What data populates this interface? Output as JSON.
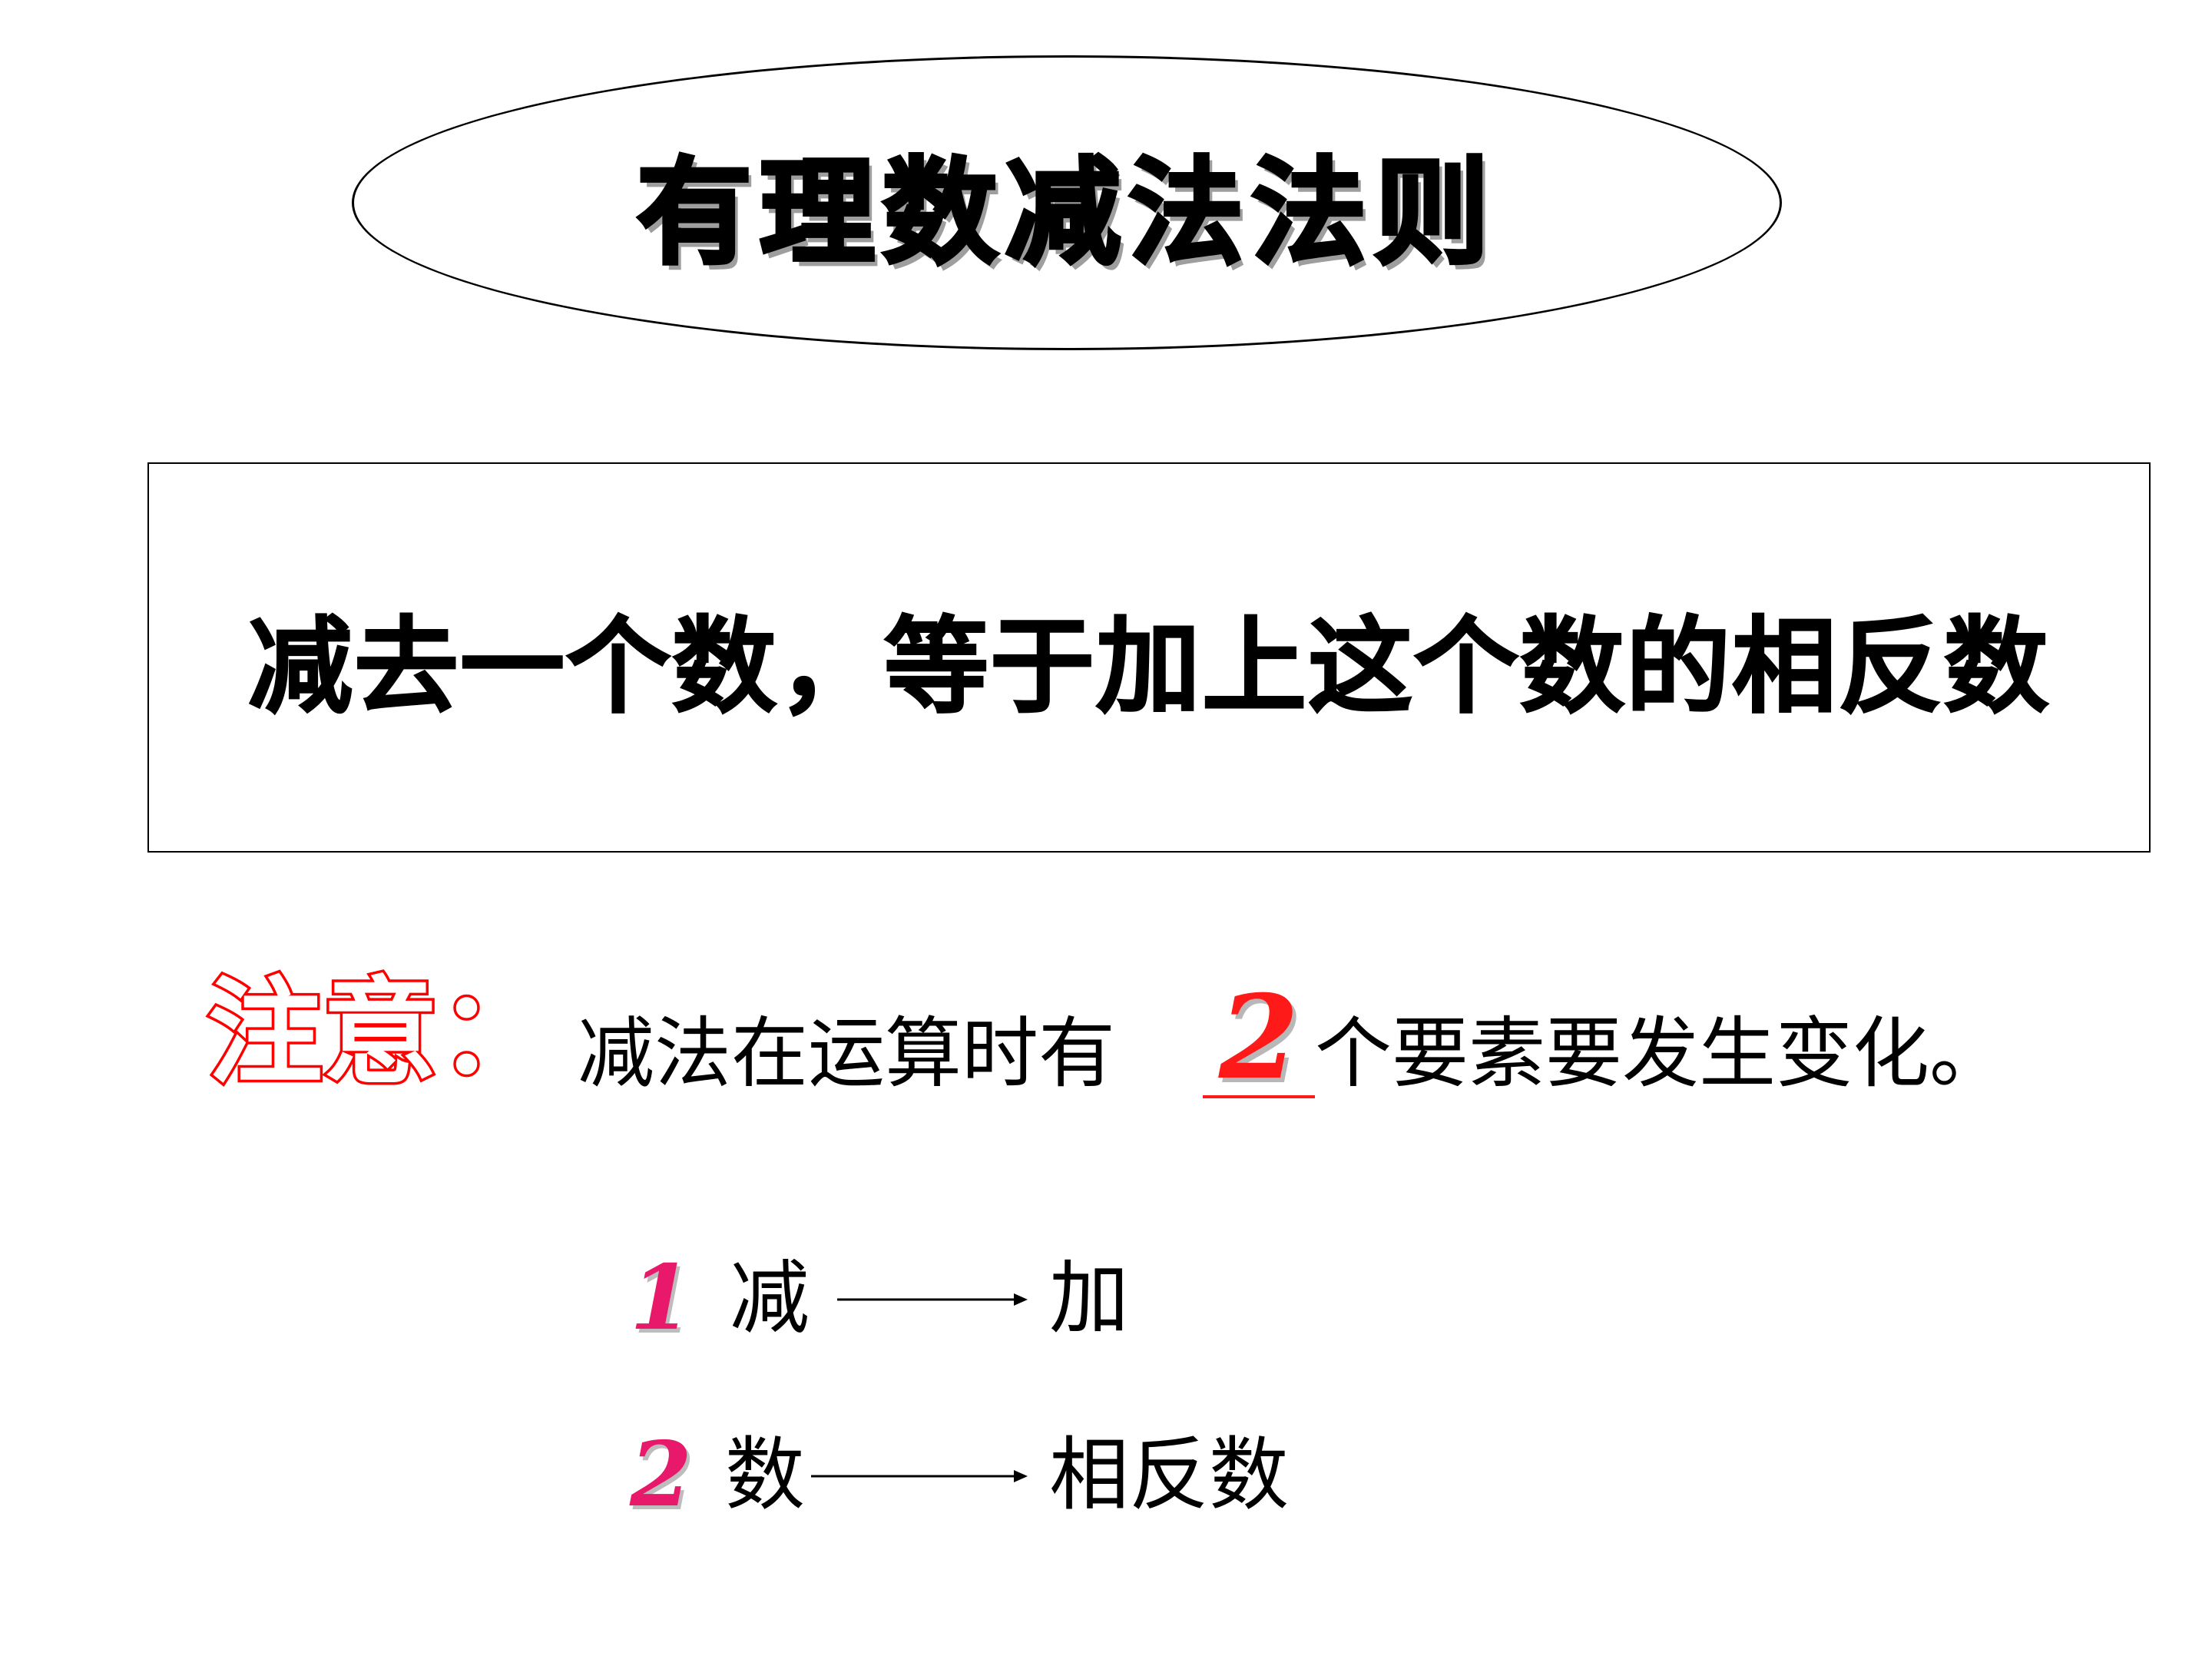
{
  "title": "有理数减法法则",
  "rule": "减去一个数，等于加上这个数的相反数",
  "note": {
    "label": "注意：",
    "text_before": "减法在运算时有",
    "count": "2",
    "text_after": "个要素要发生变化。"
  },
  "changes": [
    {
      "num": "1",
      "from": "减",
      "to": "加"
    },
    {
      "num": "2",
      "from": "数",
      "to": "相反数"
    }
  ],
  "colors": {
    "note_label_outline": "#ff0000",
    "count": "#ff1a1a",
    "list_numbers": "#e8186a"
  }
}
